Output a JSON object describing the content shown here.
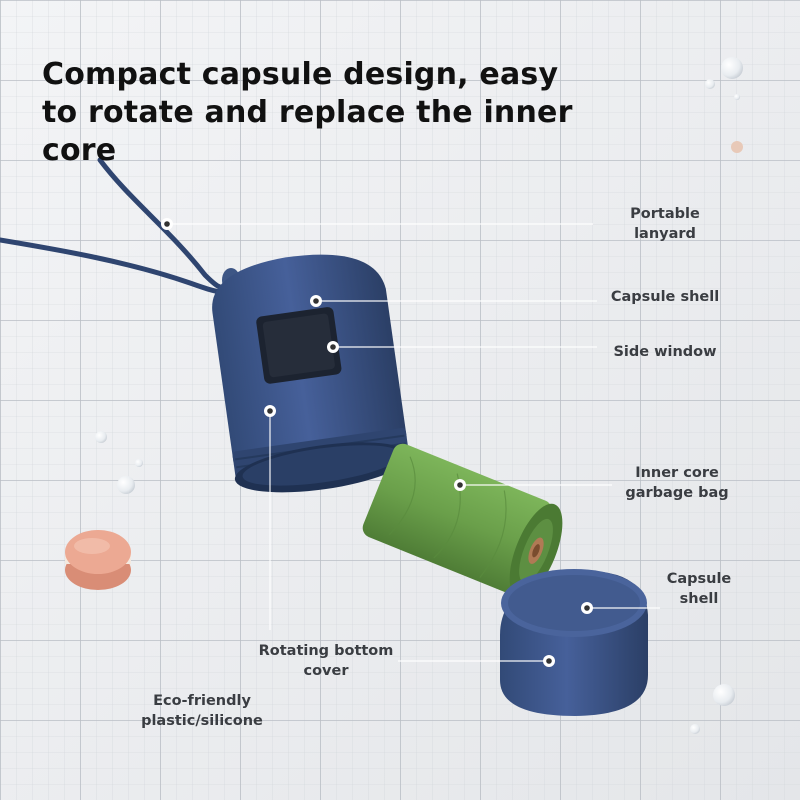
{
  "headline": "Compact capsule design, easy to rotate and replace the inner core",
  "callouts": {
    "lanyard": [
      "Portable",
      "lanyard"
    ],
    "capsule_shell_top": "Capsule shell",
    "side_window": "Side window",
    "inner_core": [
      "Inner core",
      "garbage bag"
    ],
    "capsule_shell_bottom": [
      "Capsule",
      "shell"
    ],
    "rotating_cover": [
      "Rotating bottom",
      "cover"
    ],
    "material": [
      "Eco-friendly",
      "plastic/silicone"
    ]
  },
  "colors": {
    "capsule_blue": "#3d5685",
    "bag_green": "#6a9f4a",
    "macaron_pink": "#e9a48c",
    "background": "#eef0f2"
  }
}
